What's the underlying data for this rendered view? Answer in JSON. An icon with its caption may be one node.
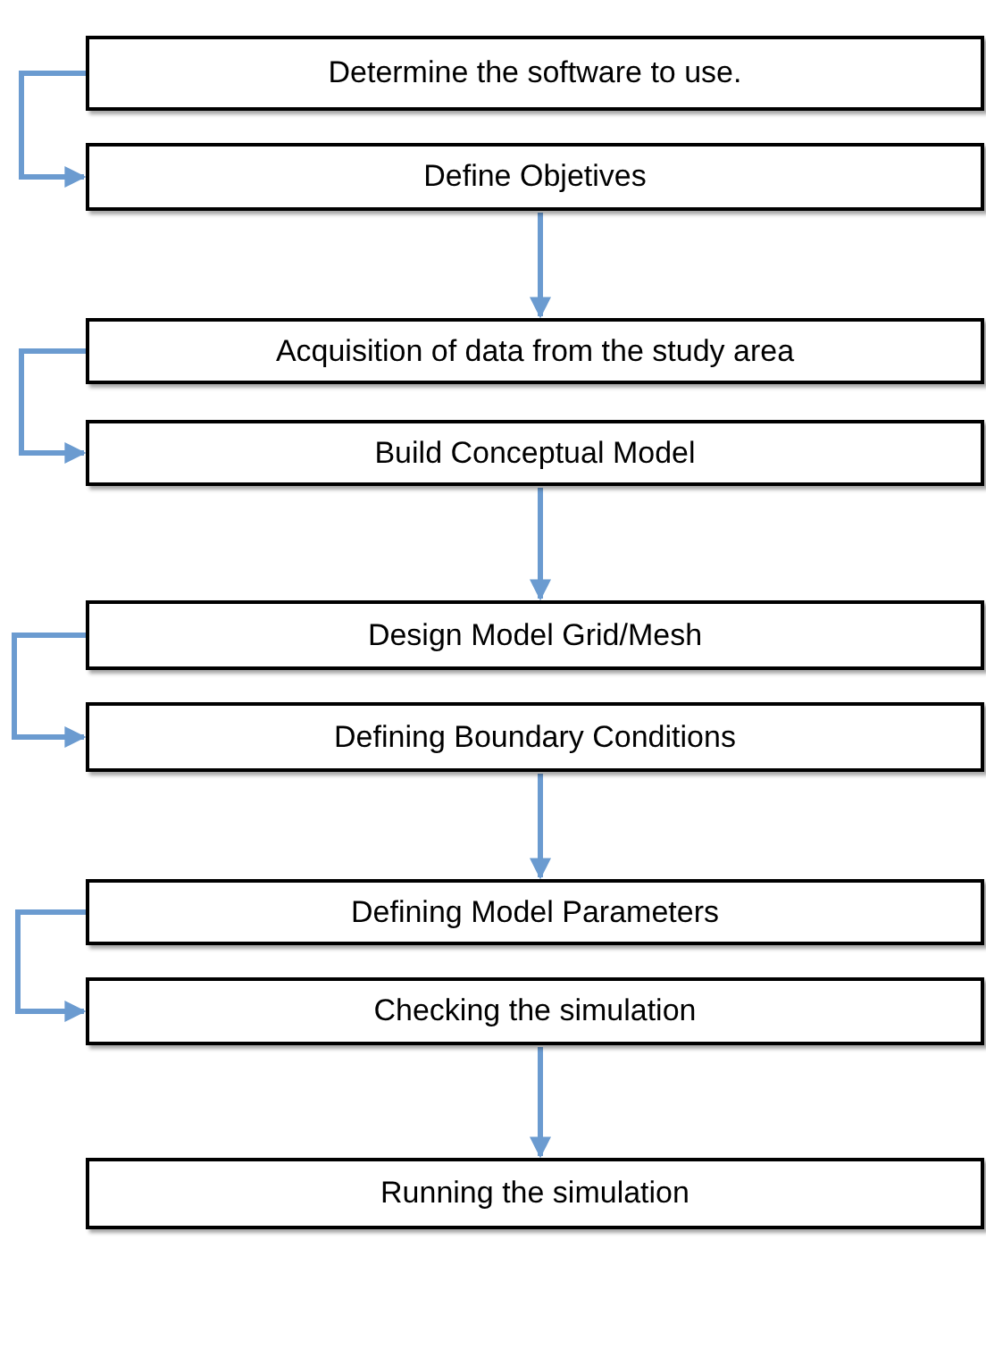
{
  "diagram": {
    "nodes": [
      {
        "text": [
          "Determine the software to use."
        ]
      },
      {
        "text": [
          "Define Objetives"
        ]
      },
      {
        "text": [
          "Acquisition of data from the study area"
        ]
      },
      {
        "text": [
          "Build Conceptual Model"
        ]
      },
      {
        "text": [
          "Design Model Grid/Mesh"
        ]
      },
      {
        "text": [
          "Defining Boundary Conditions"
        ]
      },
      {
        "text": [
          "Defining Model Parameters"
        ]
      },
      {
        "text": [
          "Checking the simulation"
        ]
      },
      {
        "text": [
          "Running the simulation"
        ]
      }
    ],
    "edges": [
      {
        "from": 0,
        "to": 1,
        "arrow": "to"
      },
      {
        "from": 1,
        "to": 2,
        "arrow": "to"
      },
      {
        "from": 2,
        "to": 3,
        "arrow": "to"
      },
      {
        "from": 3,
        "to": 4,
        "arrow": "to"
      },
      {
        "from": 4,
        "to": 5,
        "arrow": "to"
      },
      {
        "from": 5,
        "to": 6,
        "arrow": "to"
      },
      {
        "from": 6,
        "to": 7,
        "arrow": "to"
      },
      {
        "from": 7,
        "to": 8,
        "arrow": "to"
      }
    ]
  }
}
